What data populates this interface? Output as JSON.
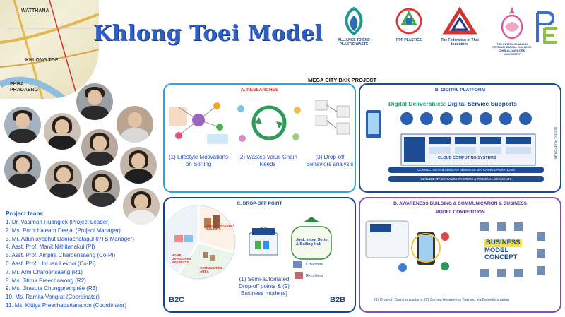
{
  "title": "Khlong Toei Model",
  "map": {
    "labels": [
      "WATTHANA",
      "KHLONG TOEI",
      "PHRA PRADAENG"
    ]
  },
  "logos": [
    {
      "name": "Alliance to End Plastic Waste",
      "text": "ALLIANCE TO END PLASTIC WASTE"
    },
    {
      "name": "PPP Plastics",
      "text": "PPP PLASTICS"
    },
    {
      "name": "The Federation of Thai Industries",
      "text": "The Federation of Thai Industries"
    },
    {
      "name": "Petroleum and Petrochemical College",
      "text": "THE PETROLEUM AND PETROCHEMICAL COLLEGE"
    },
    {
      "name": "Chulalongkorn University",
      "text": "CHULALONGKORN UNIVERSITY"
    }
  ],
  "team": {
    "heading": "Project team:",
    "members": [
      "1. Dr. Vasimon Ruanglek (Project Leader)",
      "2. Ms. Pornchalearn Deejai (Project Manager)",
      "3. Mr. Adunlayaphut Danrachatagul (PTS Manager)",
      "4. Asst. Prof. Manit Nithitanakul (PI)",
      "5. Asst. Prof. Ampira Charoensaeng (Co-PI)",
      "6. Asst. Prof. Unruan Leknoi (Co-PI)",
      "7. Mr. Arm Charoensaeng        (R1)",
      "8. Ms. Jitima Preechawong (R2)",
      "9. Ms. Jirasuta Chungpremprée (R3)",
      "10. Ms. Ramita Vongrat (Coordinator)",
      "11. Ms. Kittiya Preechapattananon (Coordinator)"
    ]
  },
  "project": {
    "heading": "MEGA CITY BKK PROJECT",
    "panels": {
      "researches": {
        "title": "A. RESEARCHES",
        "items": [
          "(1) Lifestyle Motivations on Sorting",
          "(2) Wastes Value Chain Needs",
          "(3) Drop-off Behaviors analysis"
        ]
      },
      "digital": {
        "title": "B. DIGITAL PLATFORM",
        "deliverables_prefix": "Digital Deliverables:",
        "deliverables_suffix": "Digital Service Supports",
        "bars": [
          "CONNECTIVITY & SMOOTH BUSINESS MATCHING OPERATIONS",
          "CLOUD DATA SERVICES SYSTEMS & TERMINAL SEGMENTS"
        ],
        "cloud": "CLOUD COMPUTING SYSTEMS",
        "side": "DIGITAL PLATFORMS"
      },
      "dropoff": {
        "title": "C. DROP-OFF POINT",
        "b2c": "B2C",
        "b2b": "B2B",
        "hub": "Junk shop/ Sorter & Bailing Hub",
        "collectors": "Collectors",
        "recyclers": "Recyclers",
        "sectors": [
          "ORGANIZATIONS / BUILDING",
          "HOME DEVELOPER PROJECTS",
          "COMMUNITIES AREA"
        ],
        "caption": "(1) Semi-automated Drop-off points & (2) Business model(s)"
      },
      "awareness": {
        "title": "D. AWARENESS BUILDING & COMMUNICATION & BUSINESS",
        "subtitle": "MODEL COMPETITION",
        "concept": [
          "BUSINESS",
          "MODEL",
          "CONCEPT"
        ],
        "caption": "(1) Drop-off Communications, (2) Sorting Awareness Training via Benefits sharing"
      }
    }
  },
  "colors": {
    "title": "#2f5fc4",
    "team": "#1a4fc0",
    "panelA": "#28a7d8",
    "panelB": "#1d4c95",
    "panelC": "#11458d",
    "panelD": "#7f4fbf"
  }
}
